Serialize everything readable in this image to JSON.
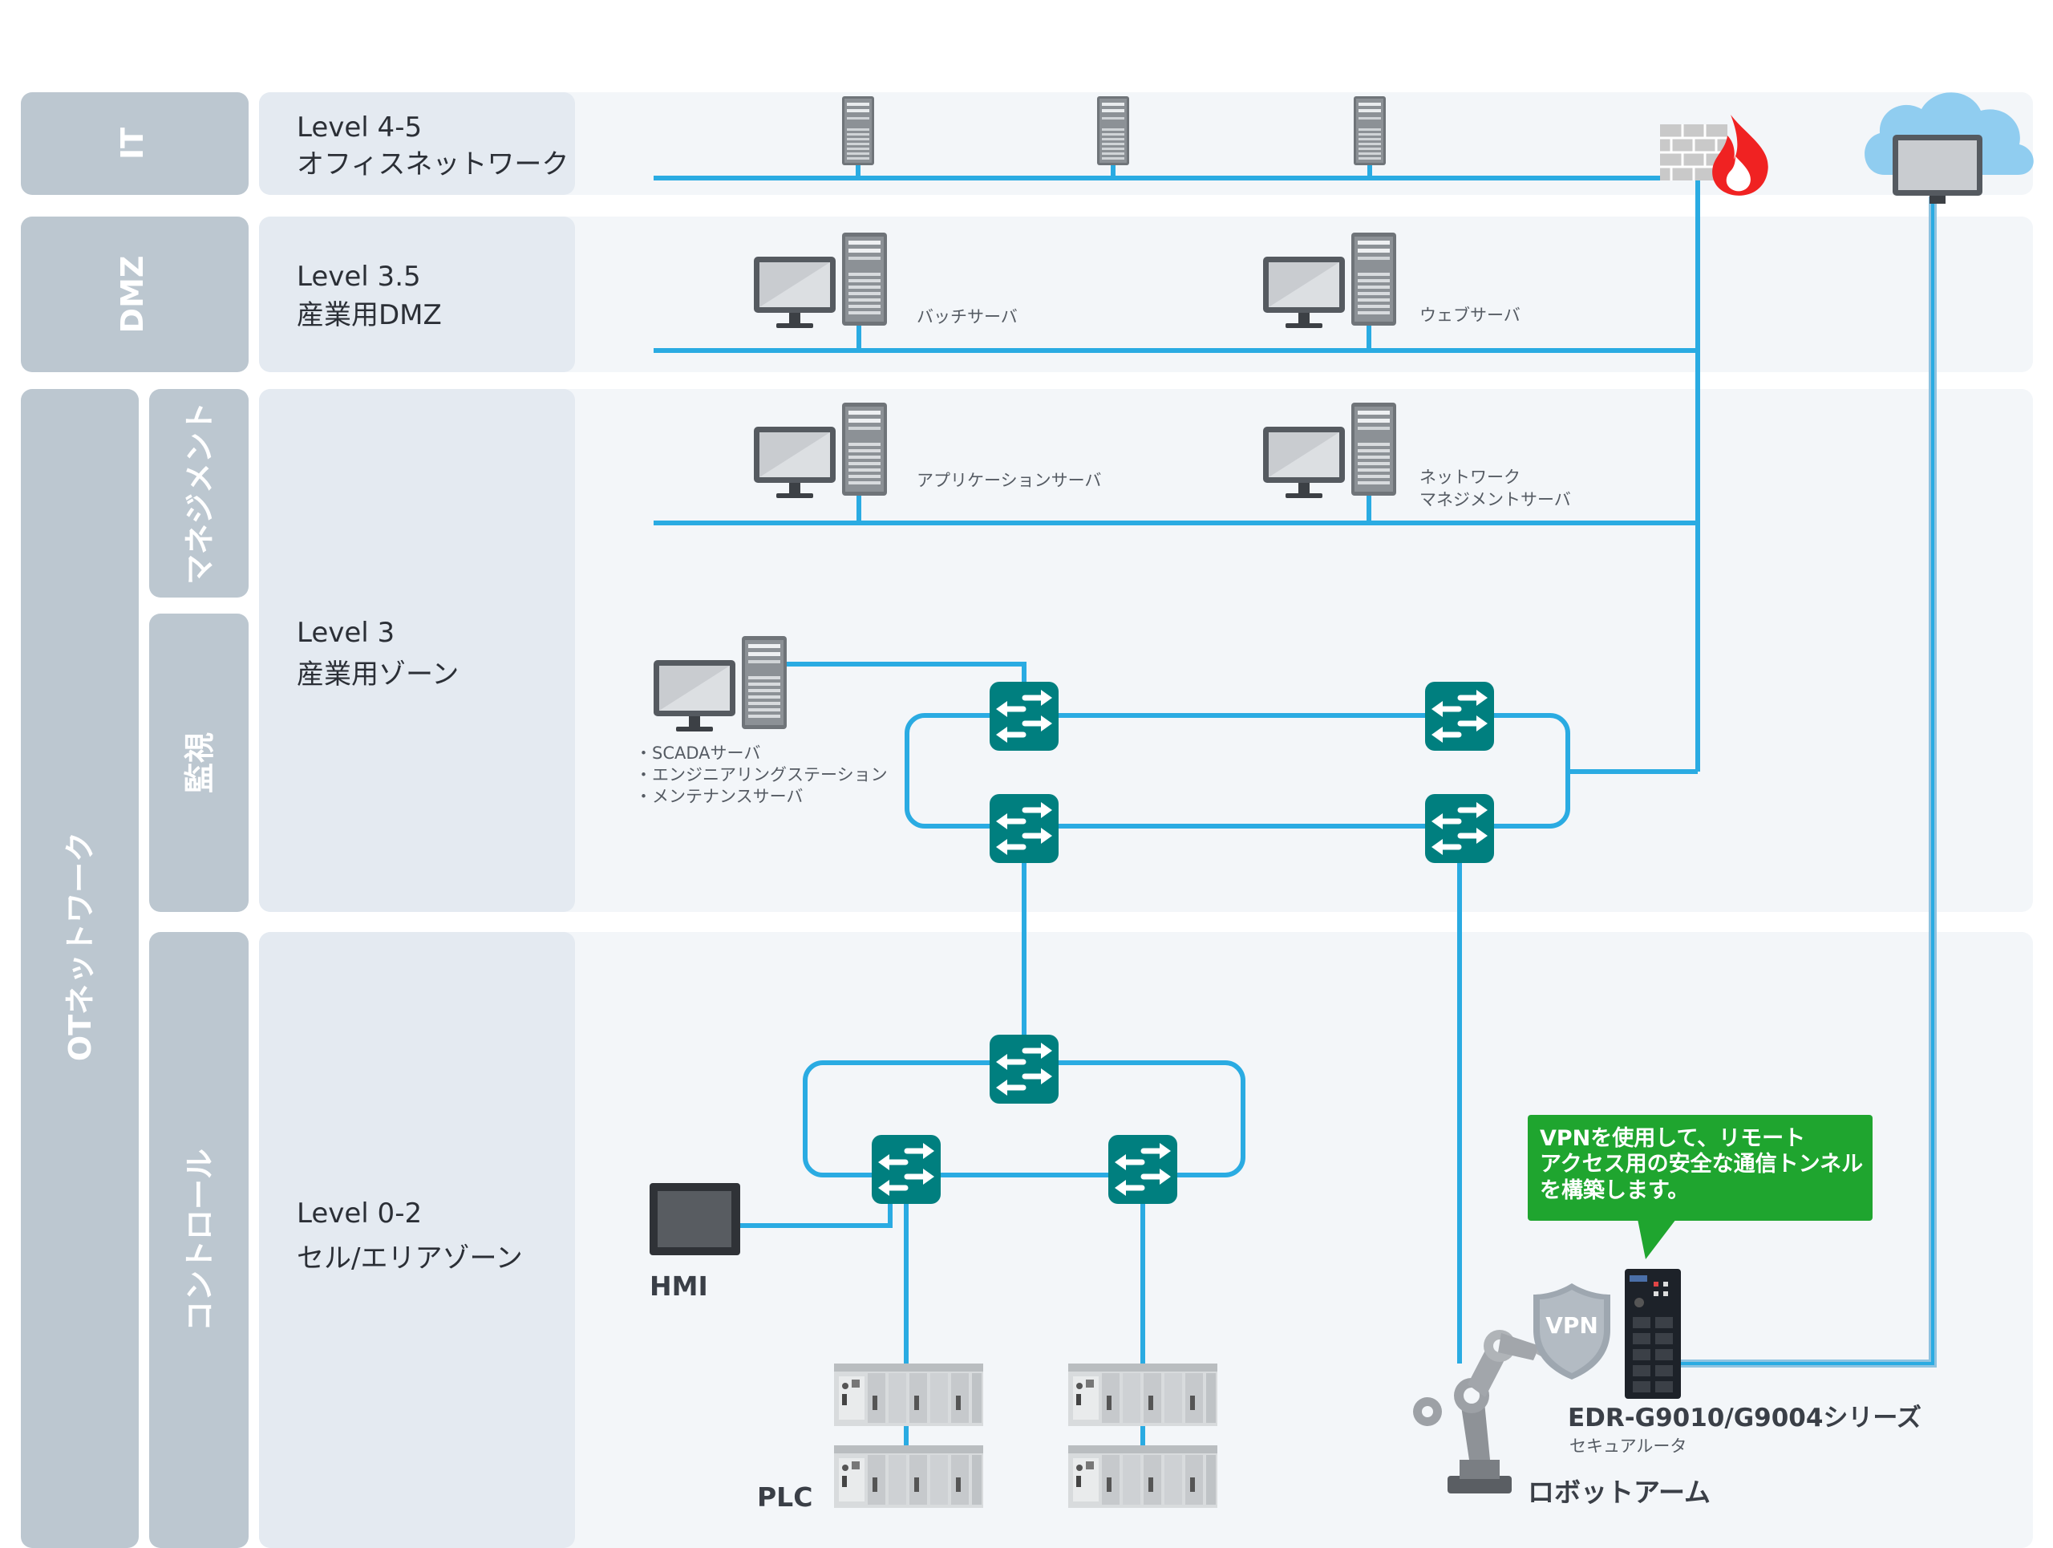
{
  "zones": {
    "it": "IT",
    "dmz": "DMZ",
    "ot": "OTネットワーク",
    "management": "マネジメント",
    "monitoring": "監視",
    "control": "コントロール"
  },
  "levels": {
    "l45_line1": "Level 4-5",
    "l45_line2": "オフィスネットワーク",
    "l35_line1": "Level 3.5",
    "l35_line2": "産業用DMZ",
    "l3_line1": "Level 3",
    "l3_line2": "産業用ゾーン",
    "l02_line1": "Level 0-2",
    "l02_line2": "セル/エリアゾーン"
  },
  "servers": {
    "batch": "バッチサーバ",
    "web": "ウェブサーバ",
    "application": "アプリケーションサーバ",
    "netmgmt_line1": "ネットワーク",
    "netmgmt_line2": "マネジメントサーバ",
    "scada_1": "・SCADAサーバ",
    "scada_2": "・エンジニアリングステーション",
    "scada_3": "・メンテナンスサーバ"
  },
  "devices": {
    "hmi": "HMI",
    "plc": "PLC",
    "robot": "ロボットアーム",
    "router_name": "EDR-G9010/G9004シリーズ",
    "router_sub": "セキュアルータ",
    "vpn_badge": "VPN"
  },
  "callout": {
    "line1": "VPNを使用して、リモート",
    "line2": "アクセス用の安全な通信トンネル",
    "line3": "を構築します。"
  },
  "colors": {
    "network_line": "#2aabe2",
    "switch": "#007f7f",
    "zone_label_bg": "#bcc7d0",
    "level_bg": "#e6ebf1",
    "callout": "#1fa52f",
    "vpn_line": "#8fc3e0"
  }
}
